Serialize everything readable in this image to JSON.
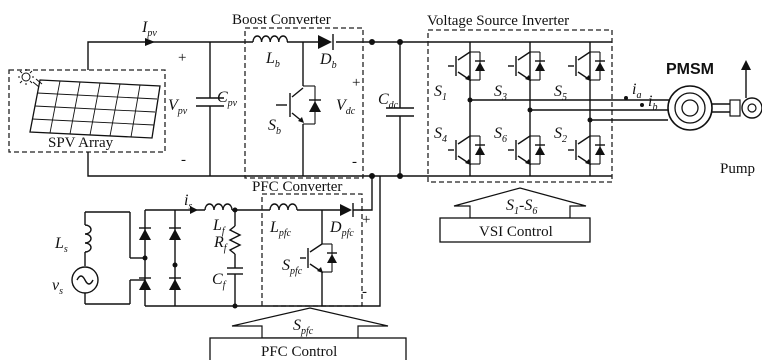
{
  "blocks": {
    "spv_array": "SPV Array",
    "boost": "Boost Converter",
    "vsi": "Voltage Source Inverter",
    "pfc": "PFC Converter",
    "vsi_control": "VSI Control",
    "pfc_control": "PFC Control",
    "pmsm": "PMSM",
    "pump": "Pump"
  },
  "labels": {
    "ipv": [
      "I",
      "pv"
    ],
    "vpv": [
      "V",
      "pv"
    ],
    "cpv": [
      "C",
      "pv"
    ],
    "lb": [
      "L",
      "b"
    ],
    "db": [
      "D",
      "b"
    ],
    "sb": [
      "S",
      "b"
    ],
    "vdc": [
      "V",
      "dc"
    ],
    "cdc": [
      "C",
      "dc"
    ],
    "s1": [
      "S",
      "1"
    ],
    "s3": [
      "S",
      "3"
    ],
    "s5": [
      "S",
      "5"
    ],
    "s4": [
      "S",
      "4"
    ],
    "s6": [
      "S",
      "6"
    ],
    "s2": [
      "S",
      "2"
    ],
    "ia": [
      "i",
      "a"
    ],
    "ib": [
      "i",
      "b"
    ],
    "is": [
      "i",
      "s"
    ],
    "lf": [
      "L",
      "f"
    ],
    "rf": [
      "R",
      "f"
    ],
    "cf": [
      "C",
      "f"
    ],
    "ls": [
      "L",
      "s"
    ],
    "vs": [
      "v",
      "s"
    ],
    "lpfc": [
      "L",
      "pfc"
    ],
    "dpfc": [
      "D",
      "pfc"
    ],
    "spfc": [
      "S",
      "pfc"
    ],
    "s1s6": [
      "S",
      "1",
      "-S",
      "6"
    ],
    "spfc_signal": [
      "S",
      "pfc"
    ]
  },
  "signs": {
    "plus": "+",
    "minus": "-"
  }
}
